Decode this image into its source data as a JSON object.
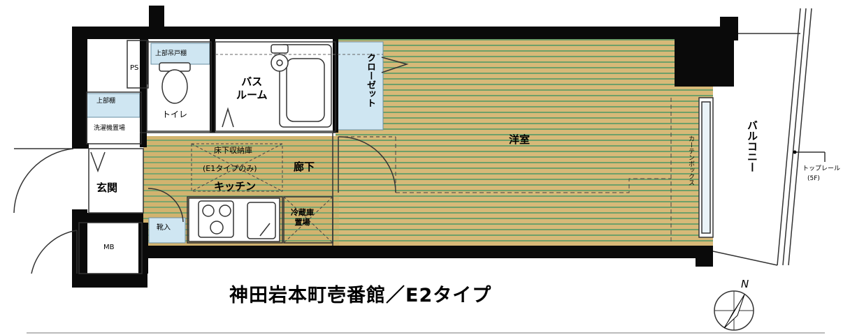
{
  "plan": {
    "title": "神田岩本町壱番館／E2タイプ",
    "compass": "N",
    "rooms": {
      "yoshitsu": "洋室",
      "bath": "バス\nルーム",
      "toilet": "トイレ",
      "closet": "クローゼット",
      "corridor": "廊下",
      "kitchen": "キッチン",
      "entrance": "玄関",
      "balcony": "バルコニー",
      "ps": "PS",
      "mb": "MB",
      "shoe": "靴入"
    },
    "notes": {
      "upper_cabinet_door": "上部吊戸棚",
      "upper_shelf": "上部棚",
      "washer_space": "洗濯機置場",
      "underfloor_storage": "床下収納庫",
      "underfloor_note": "(E1タイプのみ)",
      "fridge_space": "冷蔵庫\n置場",
      "curtain_box": "カーテンボックス",
      "top_rail": "トップレール",
      "top_rail_floor": "(5F)"
    },
    "colors": {
      "wall": "#0a0a0a",
      "floor_light": "#d7b978",
      "floor_line": "#6ea06a",
      "wet_area": "#cfe6f2",
      "line": "#333333"
    }
  }
}
